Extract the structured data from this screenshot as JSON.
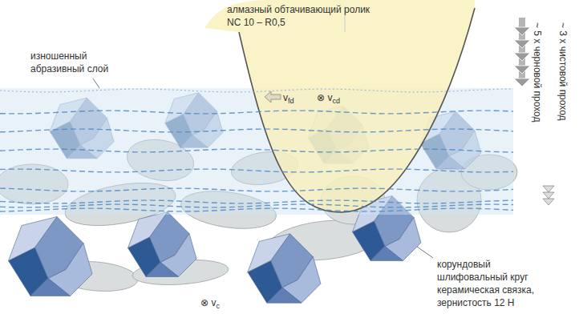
{
  "diagram": {
    "nodes": [
      {
        "text": [
          "алмазный обтачивающий ролик NC 10 – R0,5",
          "vfd",
          "⊗ vcd"
        ]
      }
    ],
    "labels": [
      "изношенный абразивный слой",
      "~ 5 x черновой проход",
      "~ 3 x чистовой проход",
      "корундовый шлифовальный круг керамическая связка, зернистость 12 H",
      "⊗ vc"
    ]
  }
}
